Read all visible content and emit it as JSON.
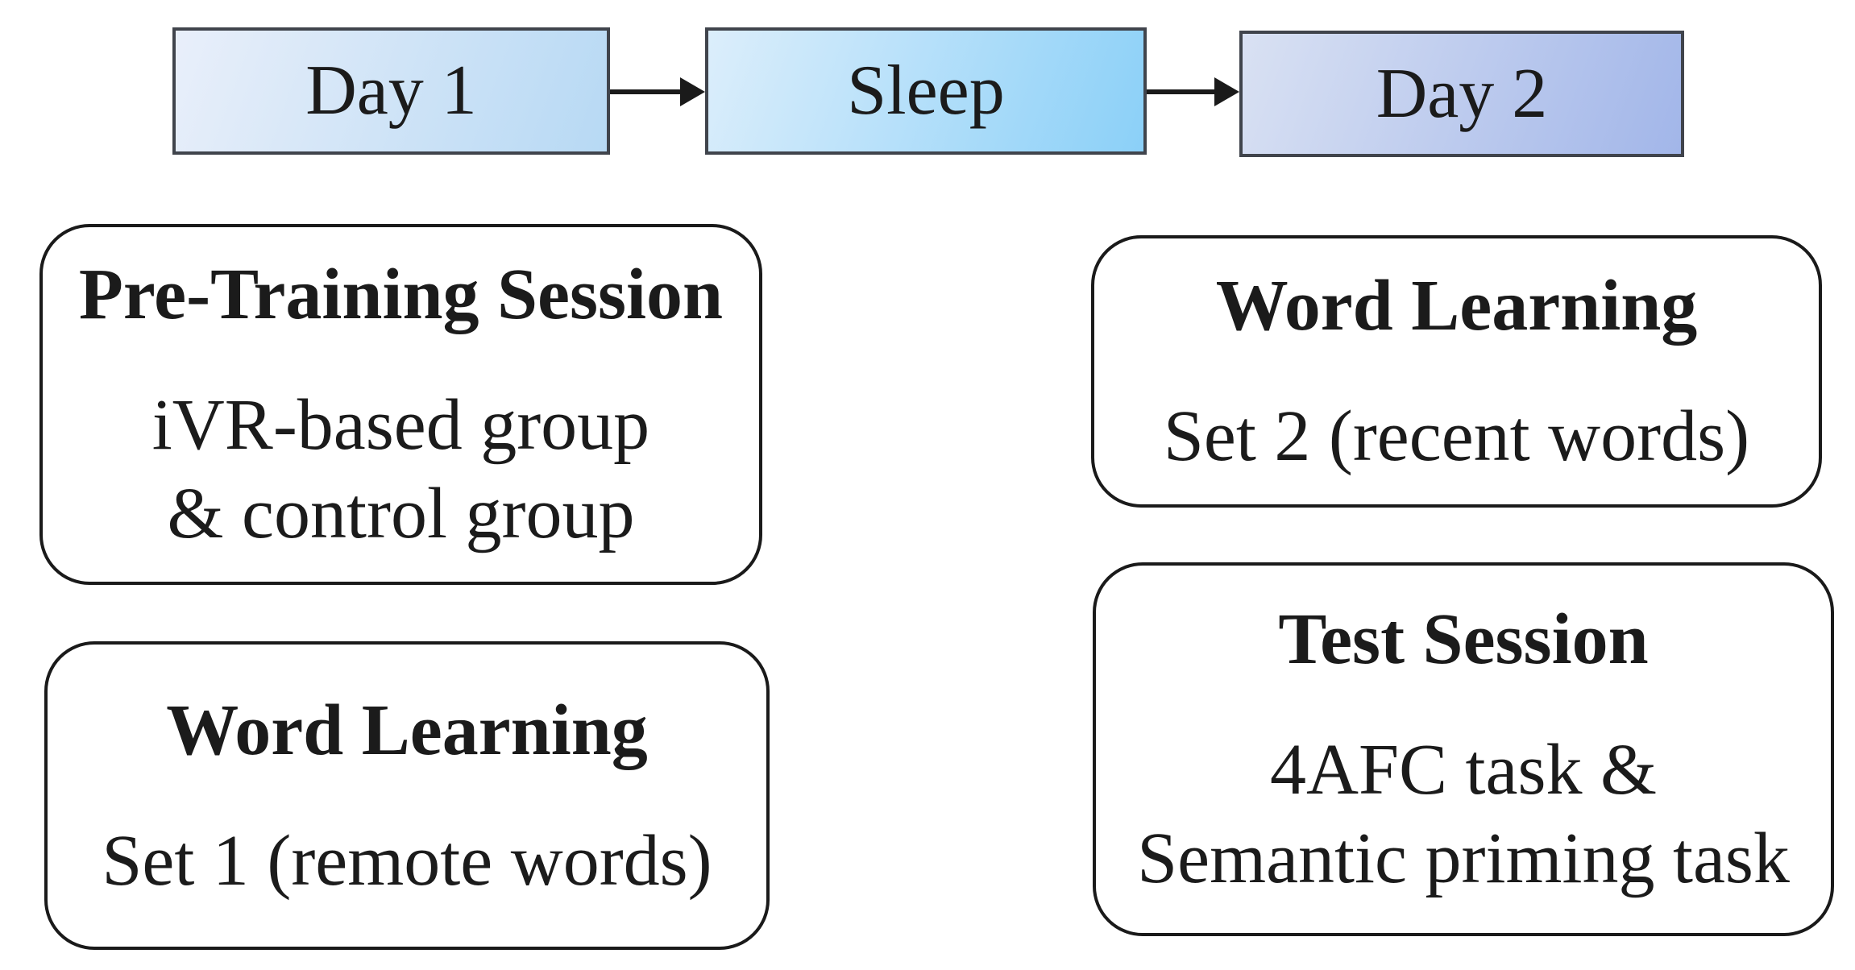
{
  "figure": {
    "timeline": [
      {
        "label": "Day 1"
      },
      {
        "label": "Sleep"
      },
      {
        "label": "Day 2"
      }
    ],
    "arrows": [
      {
        "icon": "arrow-right-icon"
      },
      {
        "icon": "arrow-right-icon"
      }
    ],
    "boxes": {
      "pre_training": {
        "title": "Pre-Training Session",
        "lines": [
          "iVR-based group",
          "& control group"
        ]
      },
      "word_learning_day1": {
        "title": "Word Learning",
        "lines": [
          "Set 1 (remote words)"
        ]
      },
      "word_learning_day2": {
        "title": "Word Learning",
        "lines": [
          "Set 2 (recent words)"
        ]
      },
      "test_session": {
        "title": "Test Session",
        "lines": [
          "4AFC task &",
          "Semantic priming task"
        ]
      }
    },
    "colors": {
      "background": "#ffffff",
      "text": "#1b1b1b",
      "arrow": "#1a1a1a",
      "timeline_border": "#40444c",
      "rounded_border": "#1a1a1a",
      "day1_start": "#e9effa",
      "day1_end": "#b7d9f4",
      "sleep_start": "#dceefb",
      "sleep_end": "#8bd0f8",
      "day2_start": "#d9e1f3",
      "day2_end": "#a2b6e9"
    }
  }
}
